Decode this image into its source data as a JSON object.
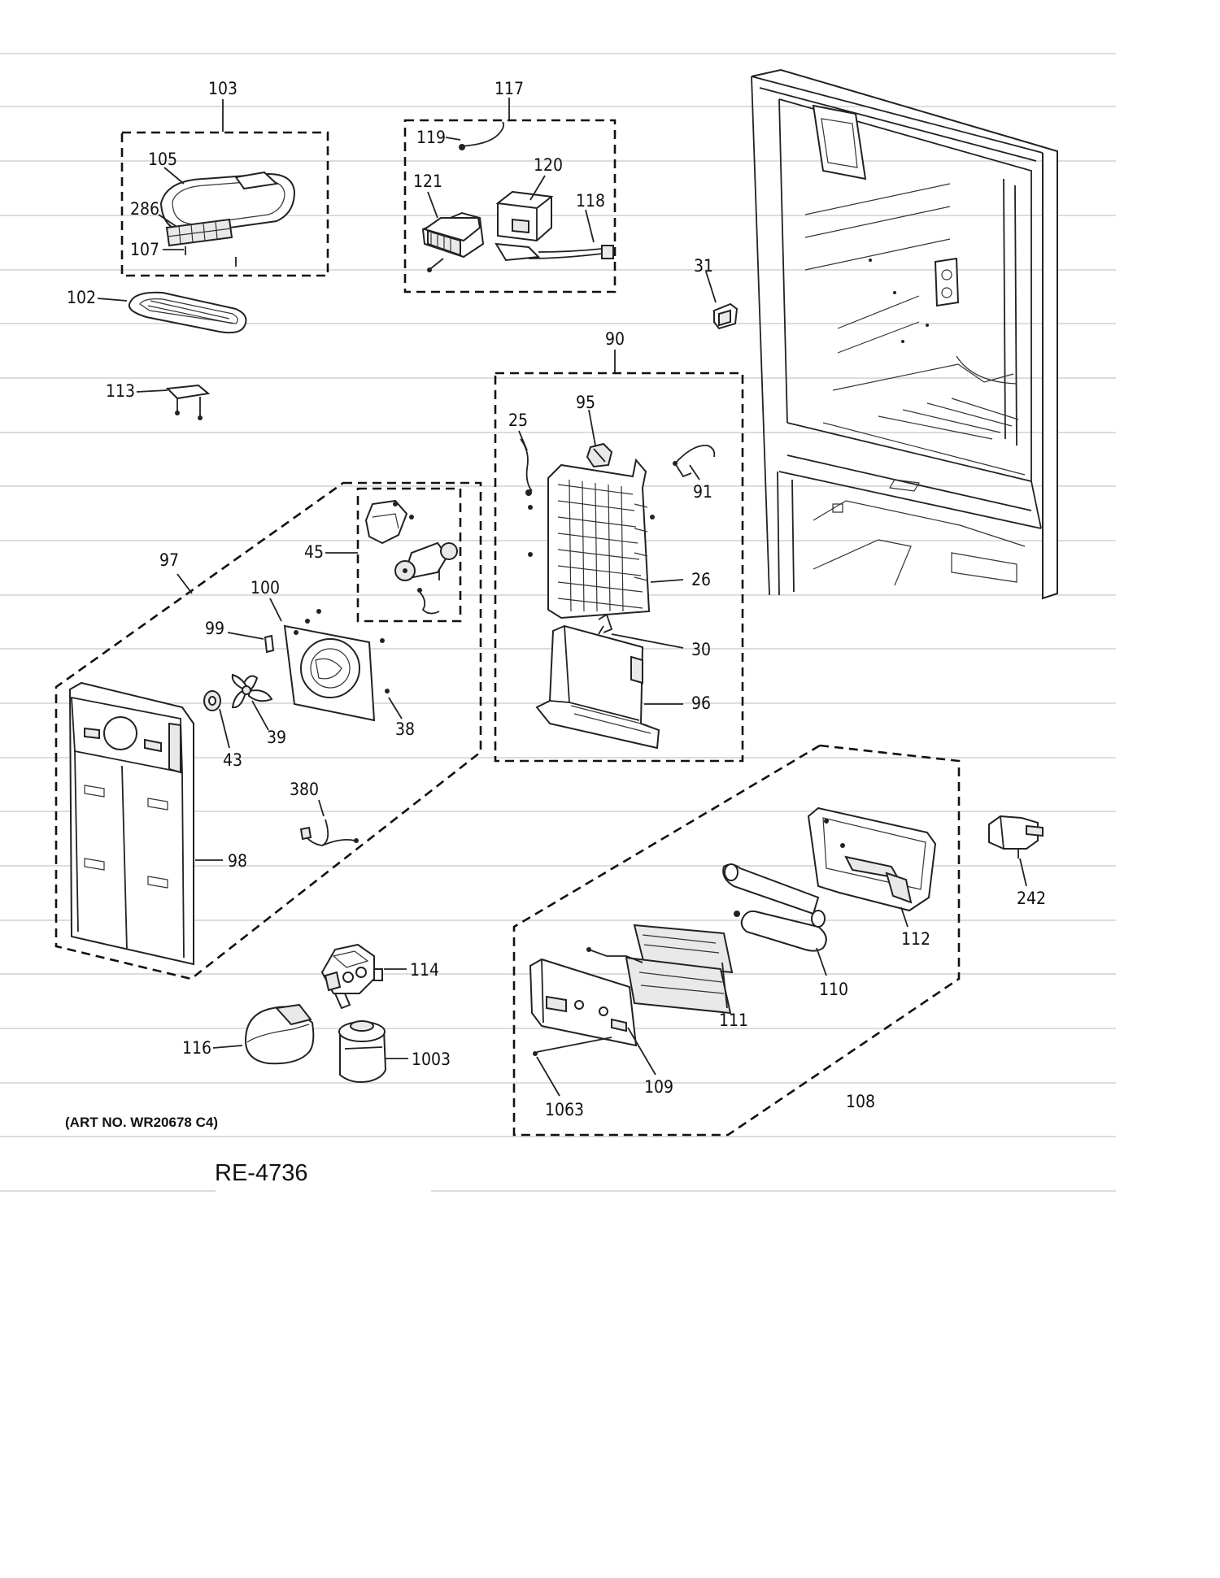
{
  "callouts": {
    "c103": "103",
    "c117": "117",
    "c105": "105",
    "c286": "286",
    "c107": "107",
    "c119": "119",
    "c120": "120",
    "c121": "121",
    "c118": "118",
    "c102": "102",
    "c31": "31",
    "c90": "90",
    "c113": "113",
    "c25": "25",
    "c95": "95",
    "c91": "91",
    "c97": "97",
    "c45": "45",
    "c100": "100",
    "c26": "26",
    "c99": "99",
    "c30": "30",
    "c96": "96",
    "c38": "38",
    "c39": "39",
    "c43": "43",
    "c380": "380",
    "c98": "98",
    "c242": "242",
    "c112": "112",
    "c114": "114",
    "c110": "110",
    "c111": "111",
    "c116": "116",
    "c1003": "1003",
    "c109": "109",
    "c108": "108",
    "c1063": "1063"
  },
  "art_number": "(ART NO. WR20678 C4)",
  "diagram_code": "RE-4736",
  "colors": {
    "ink": "#111111",
    "rule": "#d2d2d2",
    "background": "#ffffff"
  }
}
